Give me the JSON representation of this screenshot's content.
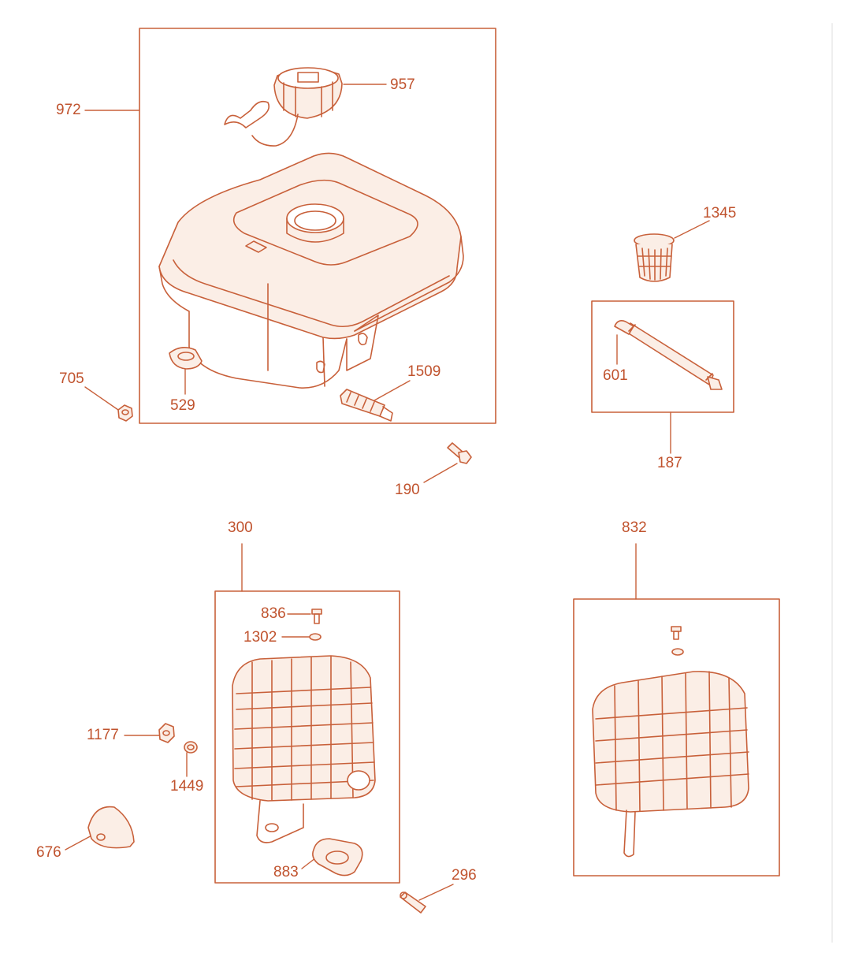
{
  "colors": {
    "line": "#c8603a",
    "fill": "#fbeee6",
    "text": "#c0532e",
    "edge": "#eeeeee"
  },
  "labels": {
    "l972": "972",
    "l957": "957",
    "l1345": "1345",
    "l705": "705",
    "l529": "529",
    "l1509": "1509",
    "l601": "601",
    "l187": "187",
    "l190": "190",
    "l300": "300",
    "l832": "832",
    "l836": "836",
    "l1302": "1302",
    "l1177": "1177",
    "l1449": "1449",
    "l676": "676",
    "l883": "883",
    "l296": "296"
  }
}
